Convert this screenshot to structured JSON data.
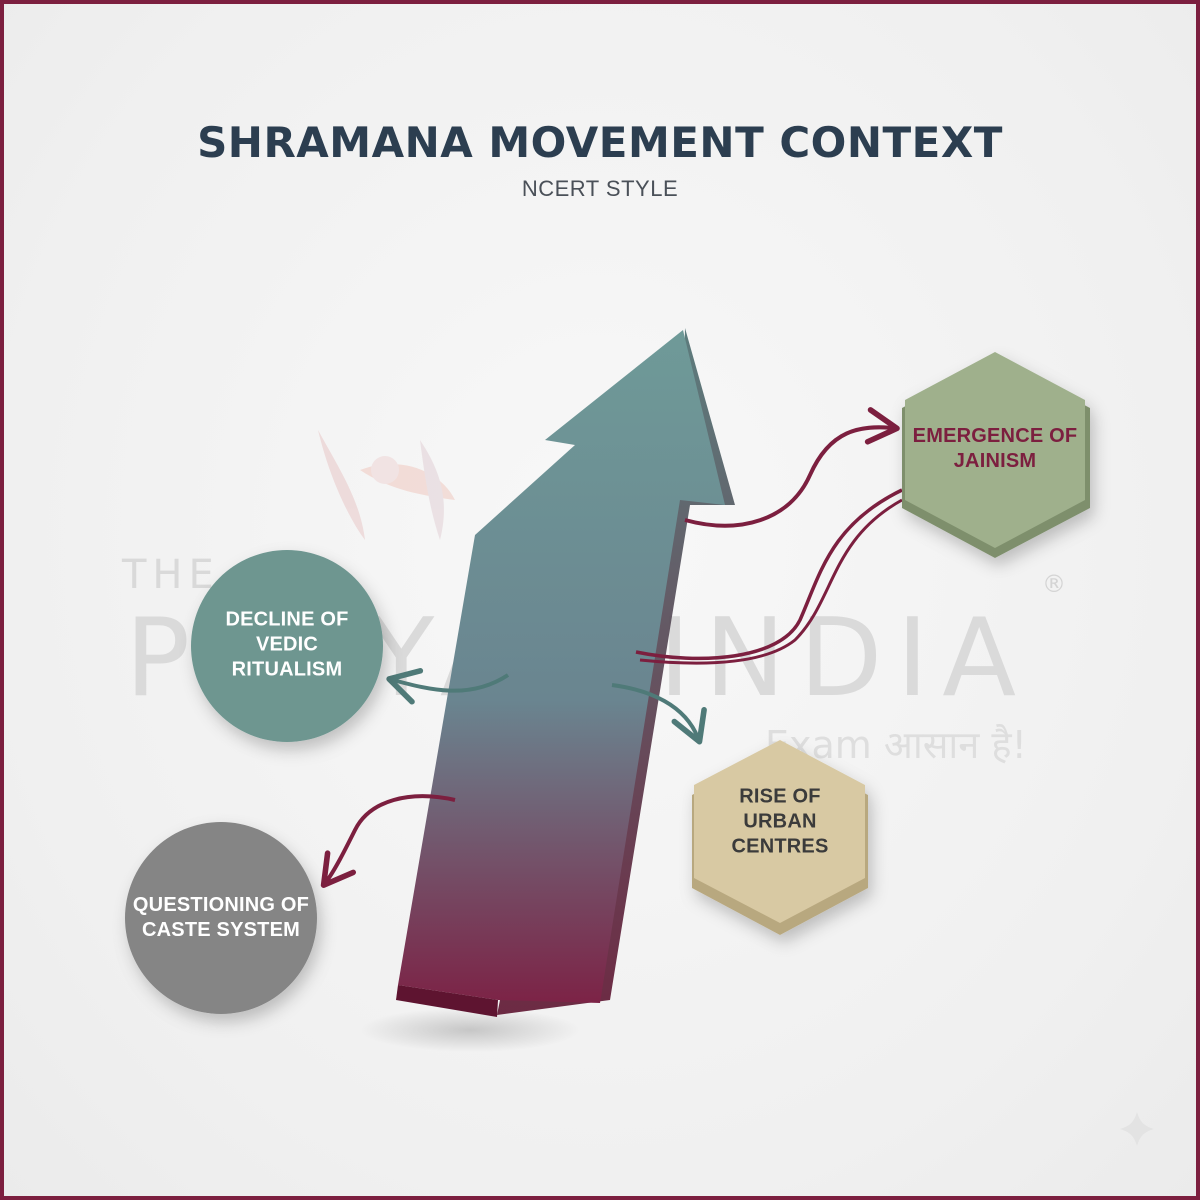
{
  "title": "SHRAMANA MOVEMENT CONTEXT",
  "subtitle": "NCERT STYLE",
  "watermark": {
    "line1": "THE",
    "line2": "PRAYAS INDIA",
    "tagline": "Exam आसान है!",
    "registered": "®"
  },
  "nodes": {
    "vedic": {
      "label": "DECLINE OF\nVEDIC\nRITUALISM",
      "shape": "circle",
      "color": "#6e9690"
    },
    "caste": {
      "label": "QUESTIONING OF\nCASTE SYSTEM",
      "shape": "circle",
      "color": "#858585"
    },
    "jainism": {
      "label": "EMERGENCE OF\nJAINISM",
      "shape": "hexagon",
      "color": "#9fb08c"
    },
    "urban": {
      "label": "RISE OF\nURBAN\nCENTRES",
      "shape": "hexagon",
      "color": "#d8c9a3"
    }
  },
  "colors": {
    "arrow_top": "#6f9a98",
    "arrow_bottom": "#7c1f3f",
    "connector_teal": "#4f7a78",
    "connector_maroon": "#7c1f3f",
    "title": "#2c3e50",
    "border": "#7c1f3f"
  }
}
